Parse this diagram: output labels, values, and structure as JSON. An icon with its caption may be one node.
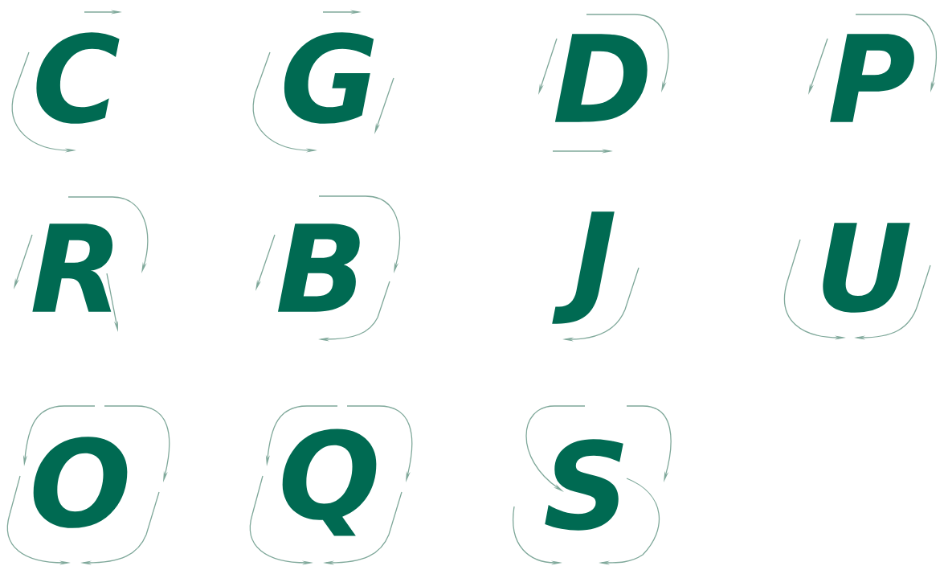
{
  "diagram": {
    "labels": [
      "C",
      "G",
      "D",
      "P",
      "R",
      "B",
      "J",
      "U",
      "O",
      "Q",
      "S"
    ]
  }
}
